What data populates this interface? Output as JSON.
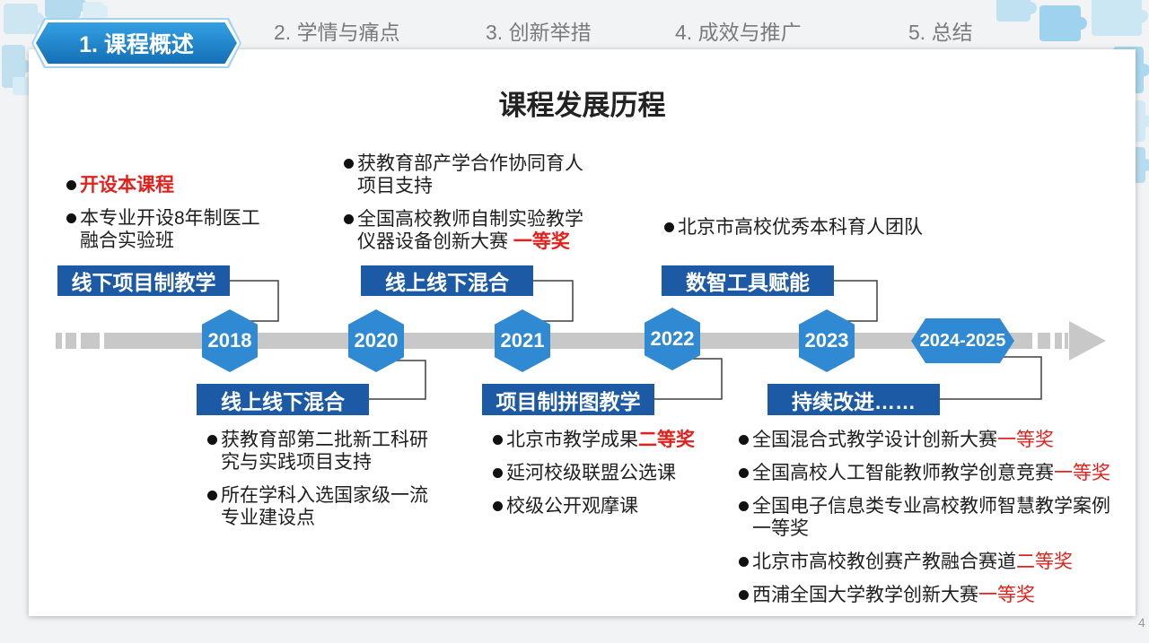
{
  "nav": {
    "tabs": [
      {
        "label": "1. 课程概述",
        "active": true
      },
      {
        "label": "2. 学情与痛点",
        "active": false
      },
      {
        "label": "3. 创新举措",
        "active": false
      },
      {
        "label": "4. 成效与推广",
        "active": false
      },
      {
        "label": "5. 总结",
        "active": false
      }
    ]
  },
  "slide": {
    "title": "课程发展历程",
    "page_number": "4"
  },
  "milestones": [
    {
      "year": "2018",
      "stage": "线下项目制教学",
      "notes": [
        {
          "lines": [
            {
              "highlight": "开设本课程"
            }
          ]
        },
        {
          "lines": [
            {
              "text": "本专业开设8年制医工"
            },
            {
              "text": "融合实验班"
            }
          ]
        }
      ]
    },
    {
      "year": "2020",
      "stage": "线上线下混合",
      "notes": [
        {
          "lines": [
            {
              "text": "获教育部第二批新工科研"
            },
            {
              "text": "究与实践项目支持"
            }
          ]
        },
        {
          "lines": [
            {
              "text": "所在学科入选国家级一流"
            },
            {
              "text": "专业建设点"
            }
          ]
        }
      ]
    },
    {
      "year": "2021",
      "stage": "线上线下混合",
      "notes": [
        {
          "lines": [
            {
              "text": "获教育部产学合作协同育人"
            },
            {
              "text": "项目支持"
            }
          ]
        },
        {
          "lines": [
            {
              "text": "全国高校教师自制实验教学"
            },
            {
              "text": "仪器设备创新大赛 ",
              "highlight": "一等奖"
            }
          ]
        }
      ]
    },
    {
      "year": "2022",
      "stage": "项目制拼图教学",
      "notes": [
        {
          "lines": [
            {
              "text": "北京市教学成果",
              "highlight": "二等奖"
            }
          ]
        },
        {
          "lines": [
            {
              "text": "延河校级联盟公选课"
            }
          ]
        },
        {
          "lines": [
            {
              "text": "校级公开观摩课"
            }
          ]
        }
      ]
    },
    {
      "year": "2023",
      "stage": "数智工具赋能",
      "notes": [
        {
          "lines": [
            {
              "text": "北京市高校优秀本科育人团队"
            }
          ]
        }
      ]
    },
    {
      "year": "2024-2025",
      "stage": "持续改进……",
      "notes": [
        {
          "lines": [
            {
              "text": "全国混合式教学设计创新大赛",
              "highlight": "一等奖"
            }
          ]
        },
        {
          "lines": [
            {
              "text": "全国高校人工智能教师教学创意竞赛",
              "highlight": "一等奖"
            }
          ]
        },
        {
          "lines": [
            {
              "text": "全国电子信息类专业高校教师智慧教学案例"
            },
            {
              "text": "一等奖"
            }
          ]
        },
        {
          "lines": [
            {
              "text": "北京市高校教创赛产教融合赛道",
              "highlight": "二等奖"
            }
          ]
        },
        {
          "lines": [
            {
              "text": "西浦全国大学教学创新大赛",
              "highlight": "一等奖"
            }
          ]
        }
      ]
    }
  ],
  "colors": {
    "stage_label_bg": "#1d5aa5",
    "year_node_bg": "#2f89d3",
    "highlight_red": "#e3211c",
    "timeline_gray": "#c8c8c8",
    "active_tab_top": "#35a0e3",
    "active_tab_bottom": "#136fb6"
  }
}
